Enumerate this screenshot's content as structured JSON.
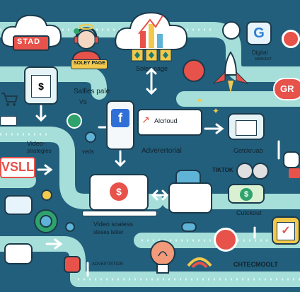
{
  "labels": {
    "stad": "STAD",
    "soley_page": "SOLEY PAGE",
    "soles_page": "Soles page",
    "digital_market_1": "Digital",
    "digital_market_2": "MARKEST",
    "gr": "GR",
    "salles_pale": "Sallles pale",
    "vs": "VS",
    "alcrloud": "Alcrloud",
    "video_strategies_1": "Video-",
    "video_strategies_2": "strategies",
    "veds": "veds",
    "advertorial": "Adverertorial",
    "getckrub": "Getckruab",
    "vsll": "VSLL",
    "tiktok": "TIKTOK",
    "video_sales_letter_1": "Video soaless",
    "video_sales_letter_2": "sleses letter",
    "cutckout": "Cutckout",
    "advertistion": "ADVEPTISTION",
    "chtecmoolt": "CHTECMOOLT"
  },
  "icons": [
    "cloud-icon",
    "stopwatch-icon",
    "agent-avatar-icon",
    "rocket-icon",
    "facebook-icon",
    "dollar-icon",
    "laptop-icon",
    "gear-icon",
    "envelope-icon",
    "lightbulb-icon",
    "cart-icon",
    "binoculars-icon",
    "money-icon",
    "calendar-icon",
    "pointer-icon"
  ],
  "colors": {
    "background": "#225f7c",
    "path": "#aee6df",
    "accent_red": "#e7524a",
    "accent_yellow": "#f2c94c",
    "card": "#ffffff"
  }
}
